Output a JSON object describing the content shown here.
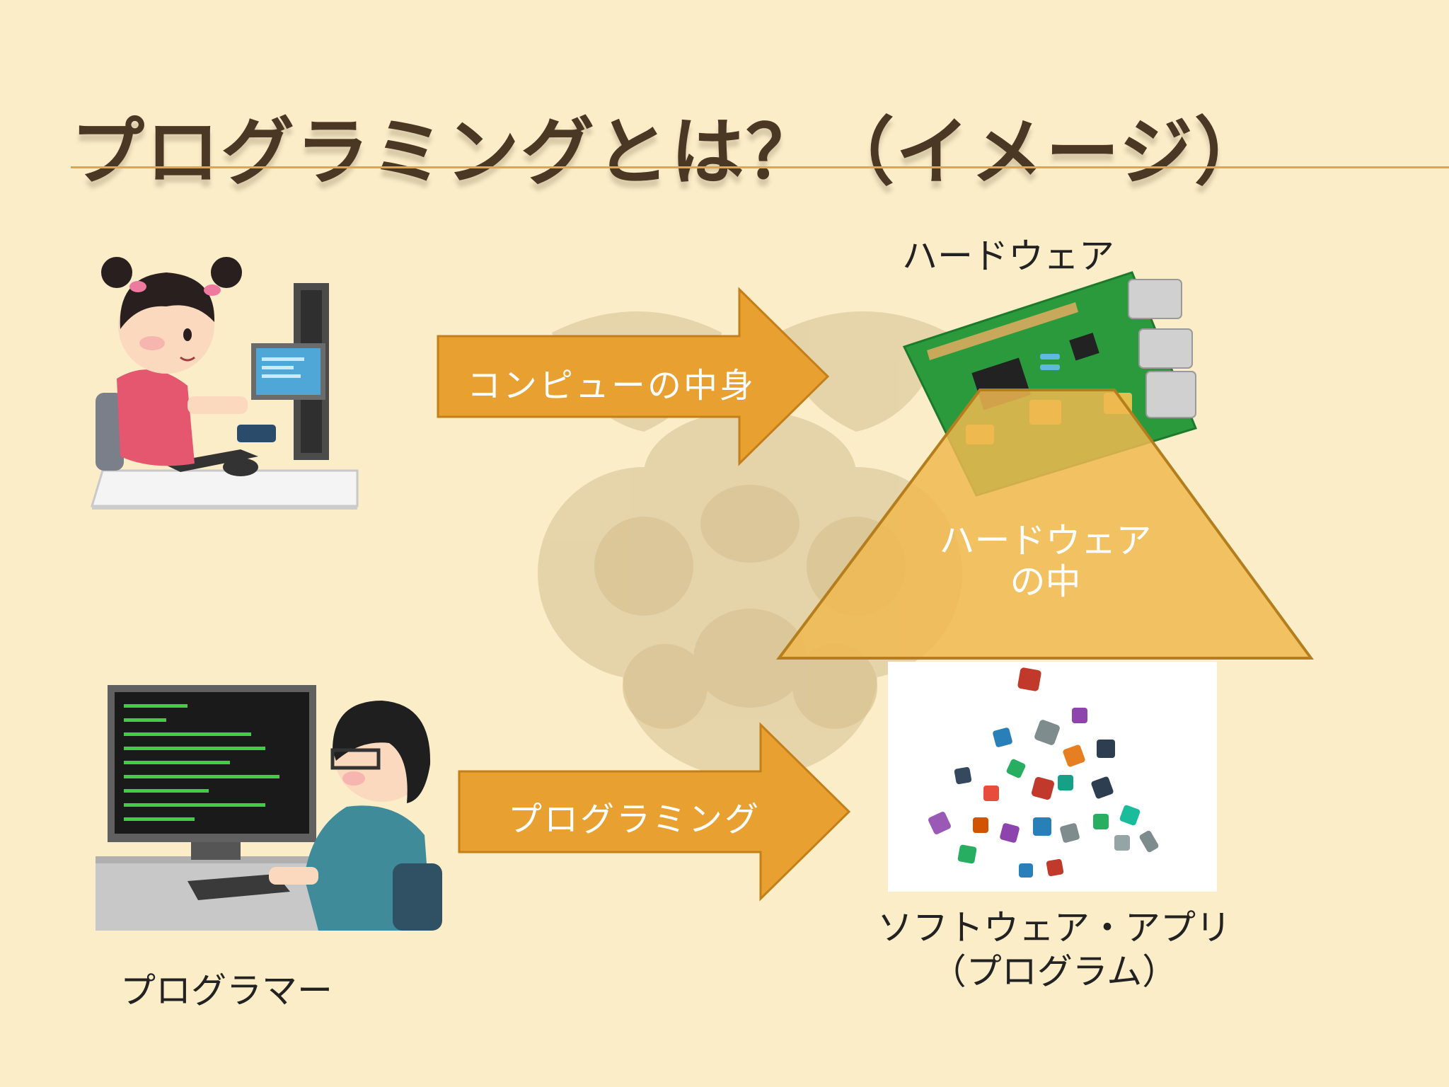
{
  "title": "プログラミングとは？（イメージ）",
  "labels": {
    "hardware_top": "ハードウェア",
    "programmer": "プログラマー",
    "software_line1": "ソフトウェア・アプリ",
    "software_line2": "（プログラム）"
  },
  "arrows": {
    "top": "コンピューの中身",
    "bottom": "プログラミング"
  },
  "pyramid": {
    "line1": "ハードウェア",
    "line2": "の中"
  },
  "colors": {
    "background": "#faedc8",
    "arrow": "#e8a030",
    "pyramid": "#f0b850",
    "title": "#4a3824"
  },
  "icons": {
    "girl": "girl-at-computer-illustration",
    "programmer": "programmer-at-terminal-illustration",
    "board": "raspberry-pi-board-illustration",
    "apps": "app-icons-cloud-image",
    "watermark": "raspberry-logo-watermark"
  }
}
